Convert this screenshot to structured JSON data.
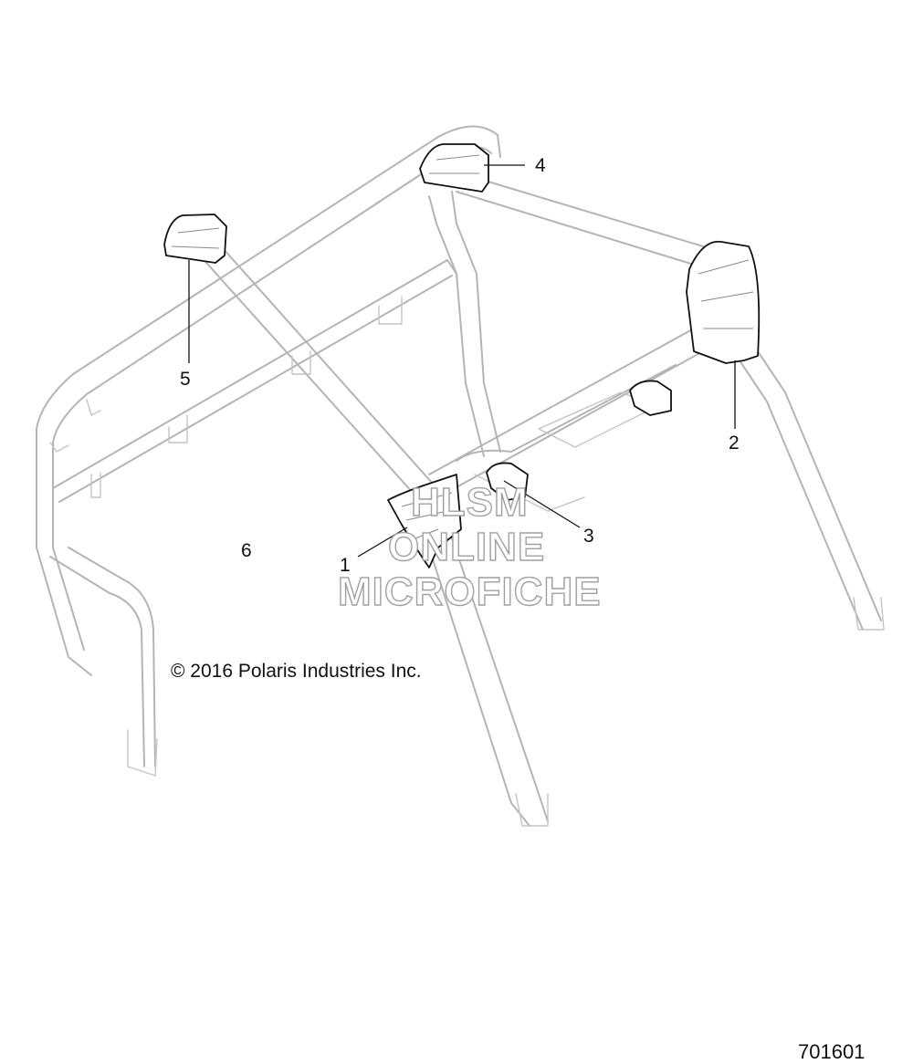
{
  "callouts": [
    {
      "id": "1",
      "label": "1"
    },
    {
      "id": "2",
      "label": "2"
    },
    {
      "id": "3",
      "label": "3"
    },
    {
      "id": "4",
      "label": "4"
    },
    {
      "id": "5",
      "label": "5"
    },
    {
      "id": "6",
      "label": "6"
    }
  ],
  "copyright": "© 2016 Polaris Industries Inc.",
  "figure_code": "701601",
  "watermark": {
    "line1": "HLSM",
    "line2": "ONLINE",
    "line3": "MICROFICHE"
  },
  "colors": {
    "frame_line": "#b4b4b4",
    "part_line": "#111111",
    "background": "#ffffff"
  }
}
